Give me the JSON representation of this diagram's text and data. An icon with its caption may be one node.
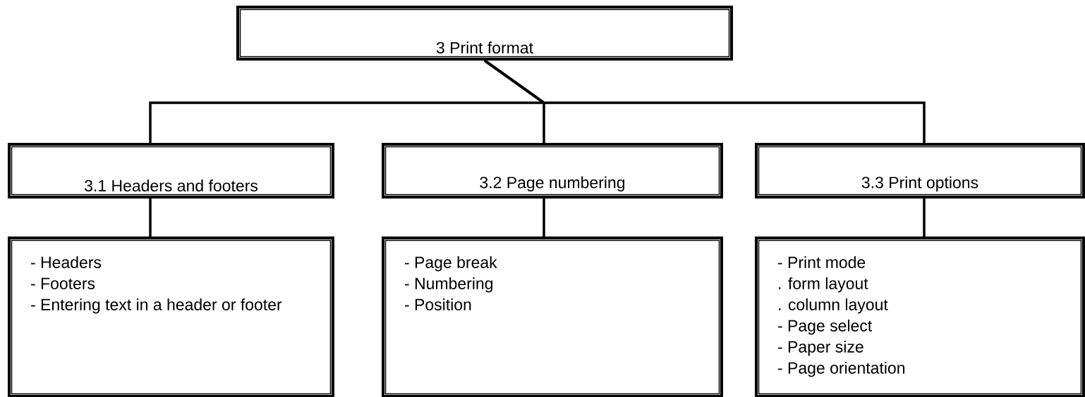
{
  "diagram": {
    "nodes": [
      {
        "text": [
          "3  Print format"
        ]
      },
      {
        "text": [
          "3.1 Headers and footers"
        ]
      },
      {
        "text": [
          "3.2 Page numbering"
        ]
      },
      {
        "text": [
          "3.3 Print options"
        ]
      },
      {
        "text": [
          "- Headers",
          "- Footers",
          "- Entering text in a header or footer"
        ]
      },
      {
        "text": [
          "- Page break",
          "- Numbering",
          "- Position"
        ]
      },
      {
        "text": [
          "- Print mode",
          ". form layout",
          ". column layout",
          "- Page select",
          "- Paper size",
          "- Page orientation"
        ]
      }
    ],
    "edges": [
      {
        "from": 0,
        "to": 1,
        "arrow": "none"
      },
      {
        "from": 0,
        "to": 2,
        "arrow": "none"
      },
      {
        "from": 0,
        "to": 3,
        "arrow": "none"
      },
      {
        "from": 1,
        "to": 4,
        "arrow": "none"
      },
      {
        "from": 2,
        "to": 5,
        "arrow": "none"
      },
      {
        "from": 3,
        "to": 6,
        "arrow": "none"
      }
    ]
  }
}
